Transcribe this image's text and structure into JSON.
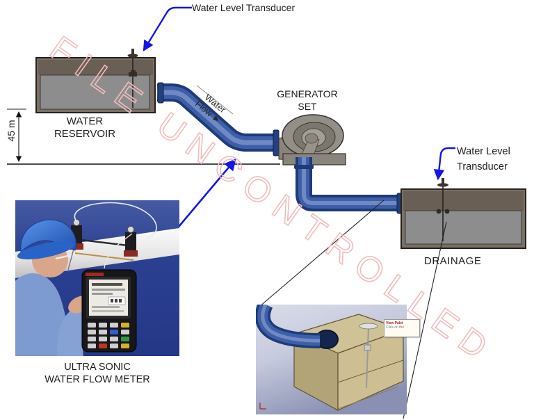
{
  "watermark": {
    "text": "FILE UNCONTROLLED"
  },
  "labels": {
    "transducer_top": "Water Level Transducer",
    "transducer_right_line1": "Water Level",
    "transducer_right_line2": "Transducer",
    "reservoir_line1": "WATER",
    "reservoir_line2": "RESERVOIR",
    "generator_line1": "GENERATOR",
    "generator_line2": "SET",
    "drainage": "DRAINAGE",
    "dimension": "45 m",
    "flow_line1": "Water",
    "flow_line2": "Flow ►"
  },
  "photo": {
    "caption_line1": "ULTRA SONIC",
    "caption_line2": "WATER FLOW METER"
  },
  "cad_detail": {
    "tooltip_line1": "View Palet",
    "tooltip_line2": "Click on the"
  },
  "colors": {
    "leader_blue": "#1515e8",
    "pipe_blue": "#3d5fa8",
    "pipe_dark": "#1e3a78",
    "tank_body": "#7b7065",
    "tank_top_band": "#6a5f54",
    "tank_water": "#8d8d8d",
    "watermark_pink": "#f2bcbc"
  }
}
